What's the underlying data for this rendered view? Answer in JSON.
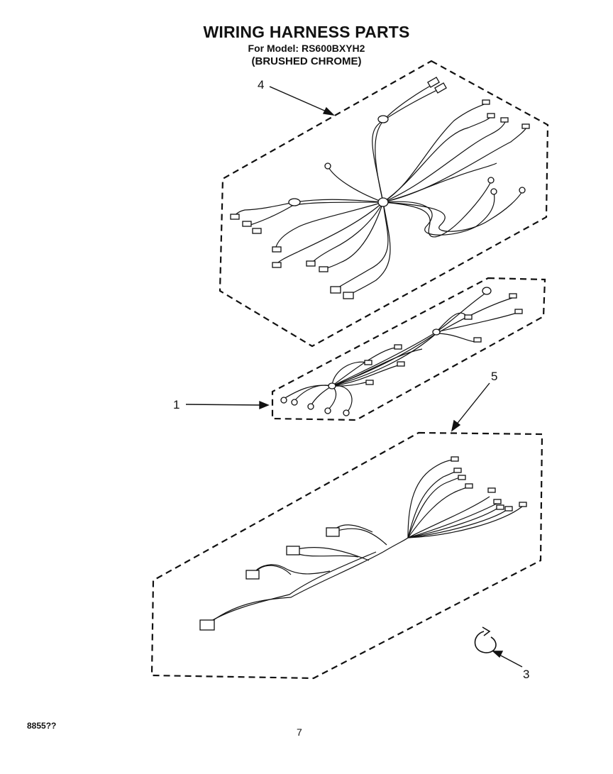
{
  "header": {
    "title": "WIRING HARNESS PARTS",
    "model_line": "For Model: RS600BXYH2",
    "finish_line": "(BRUSHED CHROME)"
  },
  "callouts": {
    "c1": "1",
    "c3": "3",
    "c4": "4",
    "c5": "5"
  },
  "footer": {
    "code": "8855??",
    "page": "7"
  }
}
